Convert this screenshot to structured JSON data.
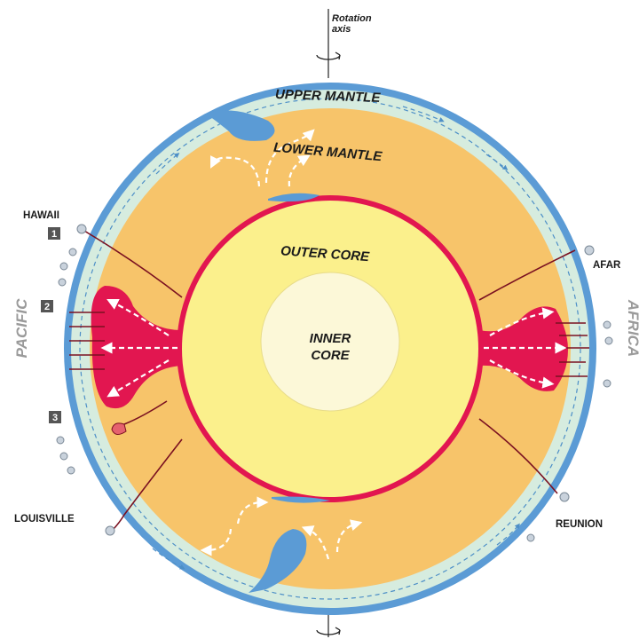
{
  "labels": {
    "rotation_line1": "Rotation",
    "rotation_line2": "axis",
    "upper_mantle": "UPPER MANTLE",
    "lower_mantle": "LOWER MANTLE",
    "outer_core": "OUTER CORE",
    "inner_core_line1": "INNER",
    "inner_core_line2": "CORE",
    "hawaii": "HAWAII",
    "afar": "AFAR",
    "louisville": "LOUISVILLE",
    "reunion": "REUNION",
    "pacific": "PACIFIC",
    "africa": "AFRICA",
    "marker_1": "1",
    "marker_2": "2",
    "marker_3": "3"
  },
  "colors": {
    "crust": "#5b9bd5",
    "upper_mantle": "#d6ecdf",
    "lower_mantle": "#f7c46a",
    "cmb": "#e21650",
    "outer_core": "#fbf08c",
    "inner_core": "#fcf8d8",
    "plume_line": "#7a1020",
    "flow_arrow": "#ffffff",
    "ocean_text": "#9a9a9a"
  }
}
